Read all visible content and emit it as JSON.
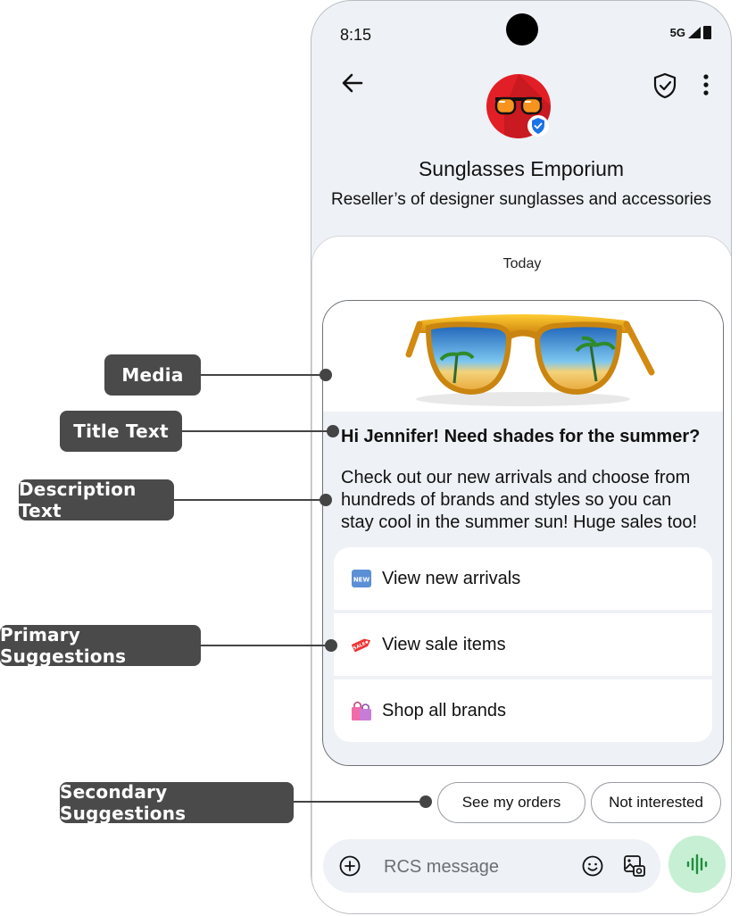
{
  "status_bar": {
    "time": "8:15",
    "network": "5G"
  },
  "header": {
    "business_name": "Sunglasses Emporium",
    "business_description": "Reseller’s of designer sunglasses and accessories"
  },
  "conversation": {
    "date": "Today"
  },
  "rich_card": {
    "title": "Hi Jennifer! Need shades for the summer?",
    "description": "Check out our new arrivals and choose from hundreds of brands and styles so you can stay cool in the summer sun! Huge sales too!",
    "suggestions": [
      {
        "label": "View new arrivals",
        "icon": "new-badge-icon"
      },
      {
        "label": "View sale items",
        "icon": "sale-tag-icon"
      },
      {
        "label": "Shop all brands",
        "icon": "shopping-bags-icon"
      }
    ]
  },
  "secondary_suggestions": [
    {
      "label": "See my orders"
    },
    {
      "label": "Not interested"
    }
  ],
  "composer": {
    "placeholder": "RCS message"
  },
  "annotations": {
    "media": "Media",
    "title_text": "Title Text",
    "description_text": "Description Text",
    "primary_suggestions": "Primary Suggestions",
    "secondary_suggestions": "Secondary Suggestions"
  },
  "colors": {
    "avatar_bg": "#e21f26",
    "mic_bg": "#c6efd3",
    "annotation_bg": "#4a4a4a",
    "phone_bg": "#eef1f5"
  }
}
